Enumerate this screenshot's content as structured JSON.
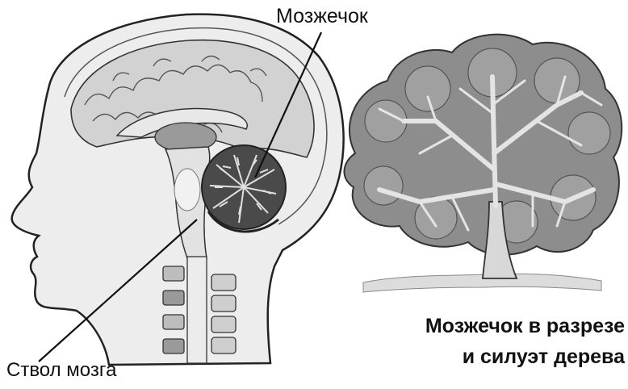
{
  "labels": {
    "cerebellum": "Мозжечок",
    "brainstem": "Ствол мозга"
  },
  "caption": {
    "line1": "Мозжечок в разрезе",
    "line2": "и силуэт дерева"
  },
  "colors": {
    "ink": "#111111",
    "skin": "#e9e9e9",
    "brain": "#cfcfcf",
    "dark": "#3a3a3a",
    "foliage": "#8a8a8a",
    "branch": "#c9c9c9"
  }
}
